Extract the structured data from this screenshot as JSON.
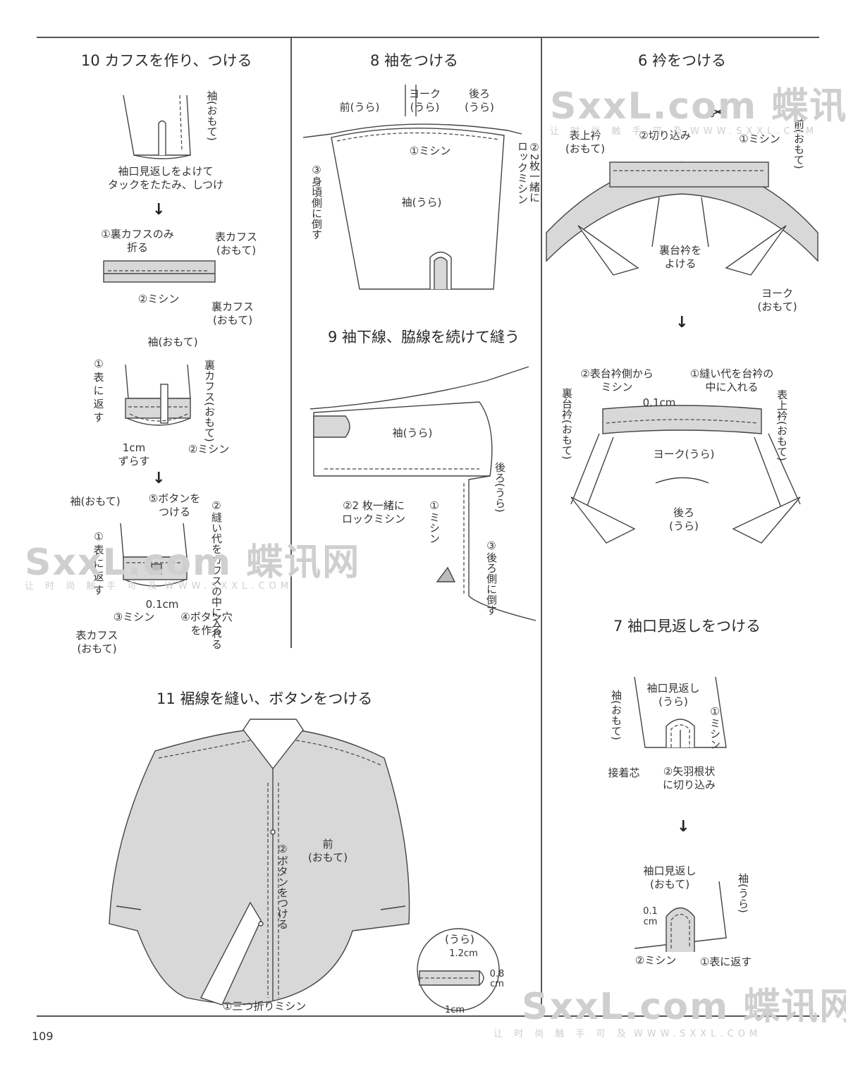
{
  "page_number": "109",
  "sections": {
    "s10": {
      "title": "10 カフスを作り、つける",
      "sleeve_label": "袖(おもて)",
      "step_a": "袖口見返しをよけて\nタックをたたみ、しつけ",
      "fold_label": "①裏カフスのみ\n折る",
      "outer_cuff_label": "表カフス\n(おもて)",
      "stitch2": "②ミシン",
      "inner_cuff_label": "裏カフス\n(おもて)",
      "sleeve_label2": "袖(おもて)",
      "turn_label": "①\n表に\n返す",
      "inner_cuff_v": "裏カフス(おもて)",
      "shift_label": "1cm\nずらす",
      "stitch2b": "②ミシン",
      "sleeve_label3": "袖(おもて)",
      "button_label": "⑤ボタンを\nつける",
      "seam_label": "②縫い代をカフスの中に入れる",
      "turn_label2": "①\n表に\n返す",
      "measure": "0.1cm",
      "stitch3": "③ミシン",
      "buttonhole": "④ボタン穴\nを作る",
      "outer_cuff2": "表カフス\n(おもて)"
    },
    "s8": {
      "title": "8 袖をつける",
      "front": "前(うら)",
      "yoke": "ヨーク\n(うら)",
      "back": "後ろ\n(うら)",
      "stitch1": "①ミシン",
      "serge": "②2枚一緒に\nロックミシン",
      "press": "③身頃側に倒す",
      "sleeve": "袖(うら)"
    },
    "s9": {
      "title": "9 袖下線、脇線を続けて縫う",
      "sleeve": "袖(うら)",
      "back": "後ろ(うら)",
      "serge": "②2 枚一緒に\nロックミシン",
      "stitch1": "①ミシン",
      "press": "③後ろ側に倒す"
    },
    "s6": {
      "title": "6 衿をつける",
      "upper_collar": "表上衿\n(おもて)",
      "clip": "②切り込み",
      "stitch1": "①ミシン",
      "front": "前(おもて)",
      "under_stand": "裏台衿を\nよける",
      "yoke": "ヨーク\n(おもて)",
      "stitch2": "②表台衿側から\nミシン",
      "insert": "①縫い代を台衿の\n中に入れる",
      "measure": "0.1cm",
      "under_stand_v": "裏台衿(おもて)",
      "upper_collar_v": "表上衿(おもて)",
      "yoke_back": "ヨーク(うら)",
      "back": "後ろ\n(うら)"
    },
    "s7": {
      "title": "7 袖口見返しをつける",
      "facing": "袖口見返し\n(うら)",
      "sleeve_v": "袖(おもて)",
      "stitch1_v": "①ミシン",
      "interfacing": "接着芯",
      "clip": "②矢羽根状\nに切り込み",
      "facing2": "袖口見返し\n(おもて)",
      "sleeve_v2": "袖(うら)",
      "measure": "0.1\ncm",
      "stitch2": "②ミシン",
      "turn": "①表に返す"
    },
    "s11": {
      "title": "11 裾線を縫い、ボタンをつける",
      "front": "前\n(おもて)",
      "button_v": "②ボタンをつける",
      "hem": "①三つ折りミシン",
      "detail_ura": "(うら)",
      "m12": "1.2cm",
      "m08": "0.8\ncm",
      "m1": "1cm"
    }
  },
  "watermark": {
    "brand": "SxxL.com 蝶讯网",
    "tagline": "让 时 尚 触 手 可 及",
    "url": "WWW.SXXL.COM"
  }
}
